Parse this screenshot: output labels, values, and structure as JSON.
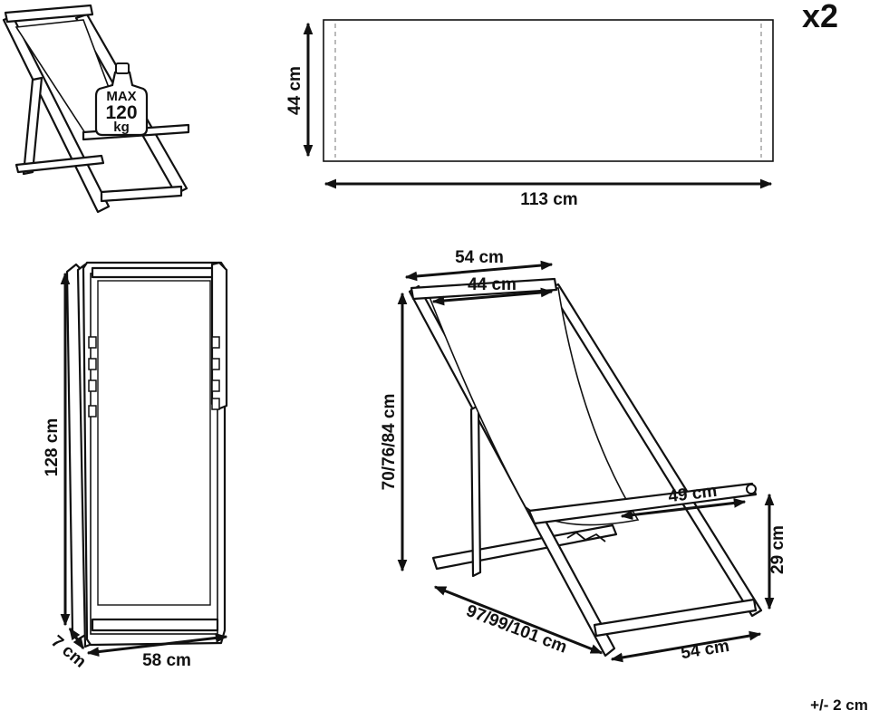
{
  "quantity": "x2",
  "tolerance": "+/- 2 cm",
  "weight_badge": {
    "max_label": "MAX",
    "value": "120",
    "unit": "kg"
  },
  "fabric": {
    "height": "44 cm",
    "width": "113 cm"
  },
  "front_view": {
    "height": "128 cm",
    "width": "58 cm",
    "depth": "7 cm"
  },
  "side_view": {
    "top_outer_width": "54 cm",
    "top_inner_width": "44 cm",
    "height": "70/76/84 cm",
    "armrest": "49 cm",
    "armrest_height": "29 cm",
    "length": "97/99/101 cm",
    "base_width": "54 cm"
  }
}
